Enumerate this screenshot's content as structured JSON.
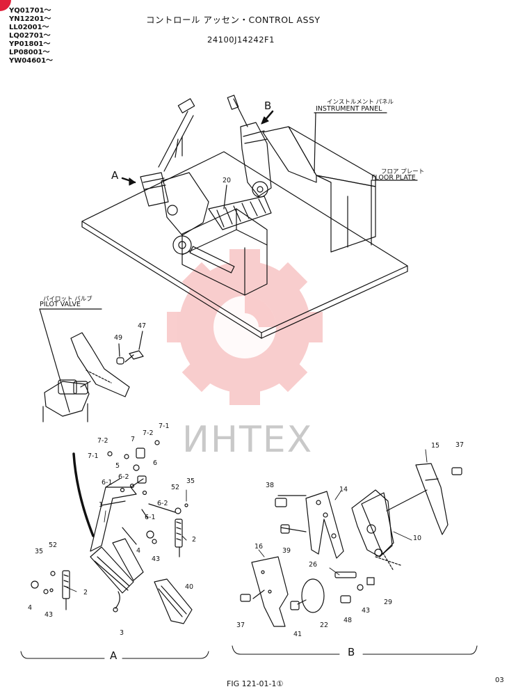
{
  "serials": [
    "YQ01701～",
    "YN12201～",
    "LL02001～",
    "LQ02701～",
    "YP01801～",
    "LP08001～",
    "YW04601～"
  ],
  "title": "コントロール アッセン・CONTROL ASSY",
  "part_number": "24100J14242F1",
  "labels": {
    "instrument_panel_jp": "インストルメント パネル",
    "instrument_panel": "INSTRUMENT PANEL",
    "floor_plate_jp": "フロア プレート",
    "floor_plate": "FLOOR PLATE",
    "pilot_valve_jp": "パイロット バルブ",
    "pilot_valve": "PILOT VALVE",
    "view_a": "A",
    "view_b": "B",
    "section_a": "A",
    "section_b": "B"
  },
  "watermark": "ИНТЕХ",
  "callouts_top": [
    "20"
  ],
  "callouts_pilot": [
    "49",
    "47"
  ],
  "callouts_a": [
    "7-2",
    "7",
    "7-2",
    "7-1",
    "7-1",
    "5",
    "6",
    "6-2",
    "6-1",
    "52",
    "35",
    "1",
    "6-2",
    "6-1",
    "2",
    "52",
    "35",
    "4",
    "43",
    "2",
    "4",
    "43",
    "3",
    "40"
  ],
  "callouts_b": [
    "15",
    "37",
    "38",
    "14",
    "39",
    "10",
    "16",
    "26",
    "29",
    "37",
    "41",
    "22",
    "48",
    "43"
  ],
  "figure": "FIG 121-01-1①",
  "page": "03",
  "colors": {
    "ink": "#111111",
    "watermark": "#f0a0a0",
    "badge": "#e0203a"
  }
}
